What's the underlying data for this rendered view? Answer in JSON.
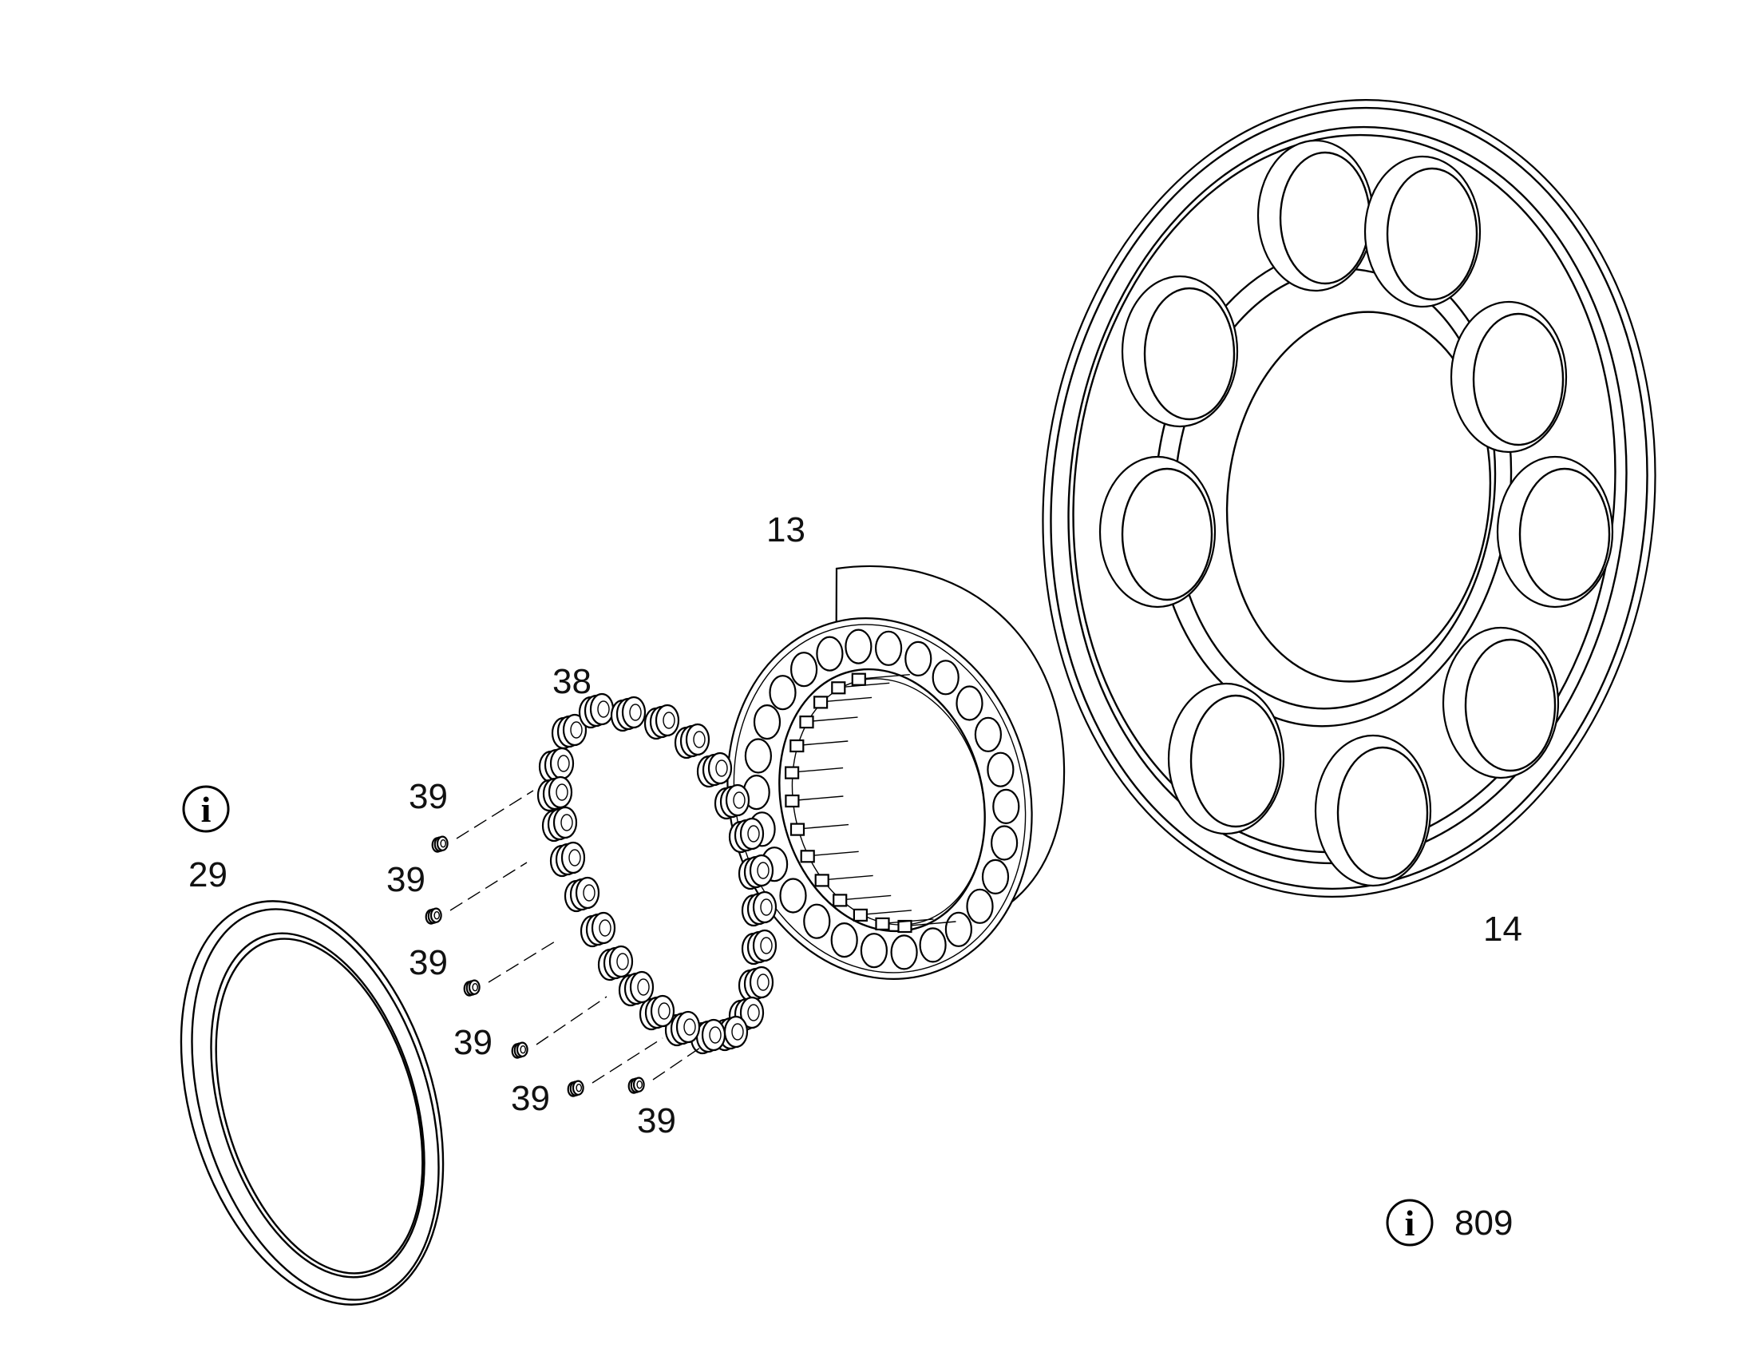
{
  "diagram": {
    "labels": {
      "p13": "13",
      "p14": "14",
      "p38": "38",
      "p29": "29",
      "p39_a": "39",
      "p39_b": "39",
      "p39_c": "39",
      "p39_d": "39",
      "p39_e": "39",
      "p39_f": "39",
      "ref": "809"
    },
    "info_glyph": "i"
  }
}
